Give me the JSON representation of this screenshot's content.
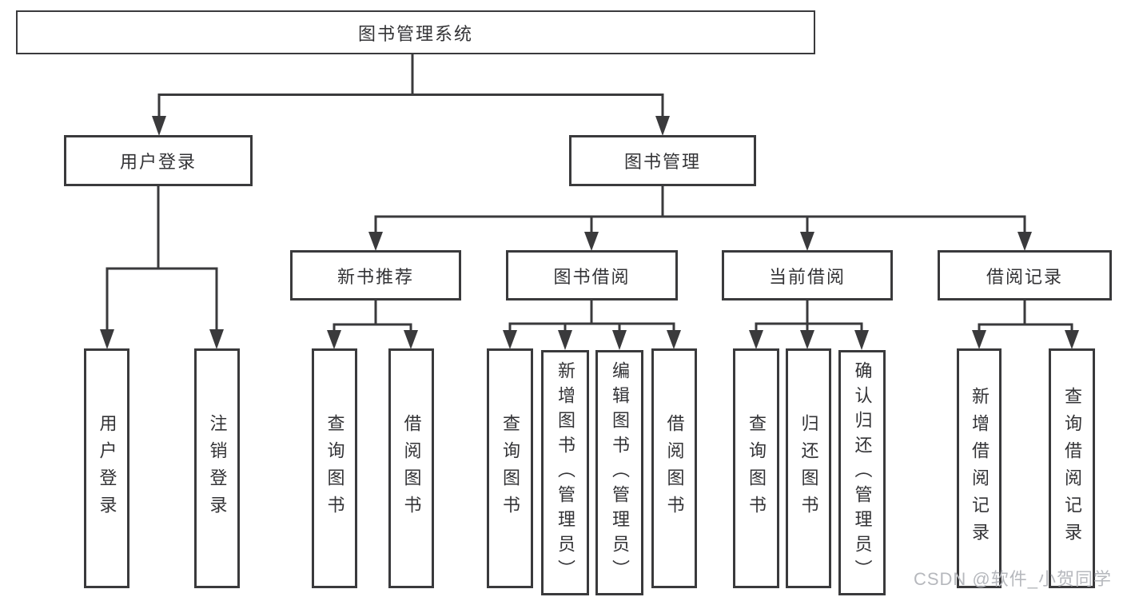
{
  "theme": {
    "line_color": "#3a3a3c",
    "text_color": "#333336",
    "background": "#ffffff",
    "watermark_color": "#b6b8bd"
  },
  "watermark": {
    "text": "CSDN @软件_小贺同学"
  },
  "diagram": {
    "type": "hierarchy-tree",
    "title": "图书管理系统",
    "level2": [
      {
        "label": "用户登录"
      },
      {
        "label": "图书管理"
      }
    ],
    "level3": [
      {
        "label": "新书推荐",
        "parent": "图书管理"
      },
      {
        "label": "图书借阅",
        "parent": "图书管理"
      },
      {
        "label": "当前借阅",
        "parent": "图书管理"
      },
      {
        "label": "借阅记录",
        "parent": "图书管理"
      }
    ],
    "leaves": [
      {
        "label": "用户登录",
        "parent": "用户登录"
      },
      {
        "label": "注销登录",
        "parent": "用户登录"
      },
      {
        "label": "查询图书",
        "parent": "新书推荐"
      },
      {
        "label": "借阅图书",
        "parent": "新书推荐"
      },
      {
        "label": "查询图书",
        "parent": "图书借阅"
      },
      {
        "label": "新增图书（管理员）",
        "parent": "图书借阅"
      },
      {
        "label": "编辑图书（管理员）",
        "parent": "图书借阅"
      },
      {
        "label": "借阅图书",
        "parent": "图书借阅"
      },
      {
        "label": "查询图书",
        "parent": "当前借阅"
      },
      {
        "label": "归还图书",
        "parent": "当前借阅"
      },
      {
        "label": "确认归还（管理员）",
        "parent": "当前借阅"
      },
      {
        "label": "新增借阅记录",
        "parent": "借阅记录"
      },
      {
        "label": "查询借阅记录",
        "parent": "借阅记录"
      }
    ]
  }
}
